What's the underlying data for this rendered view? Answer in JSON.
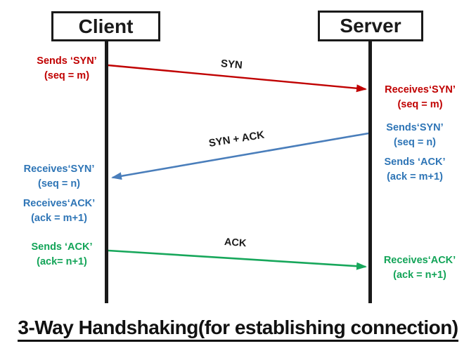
{
  "diagram": {
    "title": "3-Way Handshaking(for establishing connection)",
    "client_label": "Client",
    "server_label": "Server"
  },
  "arrows": {
    "syn": {
      "label": "SYN",
      "from": "Client",
      "to": "Server"
    },
    "syn_ack": {
      "label": "SYN + ACK",
      "from": "Server",
      "to": "Client"
    },
    "ack": {
      "label": "ACK",
      "from": "Client",
      "to": "Server"
    }
  },
  "annotations": {
    "client_sends_syn": {
      "line1": "Sends ‘SYN’",
      "line2": "(seq = m)"
    },
    "server_receives_syn": {
      "line1": "Receives‘SYN’",
      "line2": "(seq = m)"
    },
    "server_sends_syn": {
      "line1": "Sends‘SYN’",
      "line2": "(seq = n)"
    },
    "server_sends_ack": {
      "line1": "Sends ‘ACK’",
      "line2": "(ack = m+1)"
    },
    "client_receives_syn": {
      "line1": "Receives‘SYN’",
      "line2": "(seq = n)"
    },
    "client_receives_ack": {
      "line1": "Receives‘ACK’",
      "line2": "(ack = m+1)"
    },
    "client_sends_ack": {
      "line1": "Sends ‘ACK’",
      "line2": "(ack= n+1)"
    },
    "server_receives_ack": {
      "line1": "Receives‘ACK’",
      "line2": "(ack = n+1)"
    }
  },
  "colors": {
    "syn_red": "#c00000",
    "syn_ack_blue": "#4a7ebb",
    "blue_text": "#2e75b6",
    "ack_green": "#17a75b",
    "line_black": "#1a1a1a"
  }
}
